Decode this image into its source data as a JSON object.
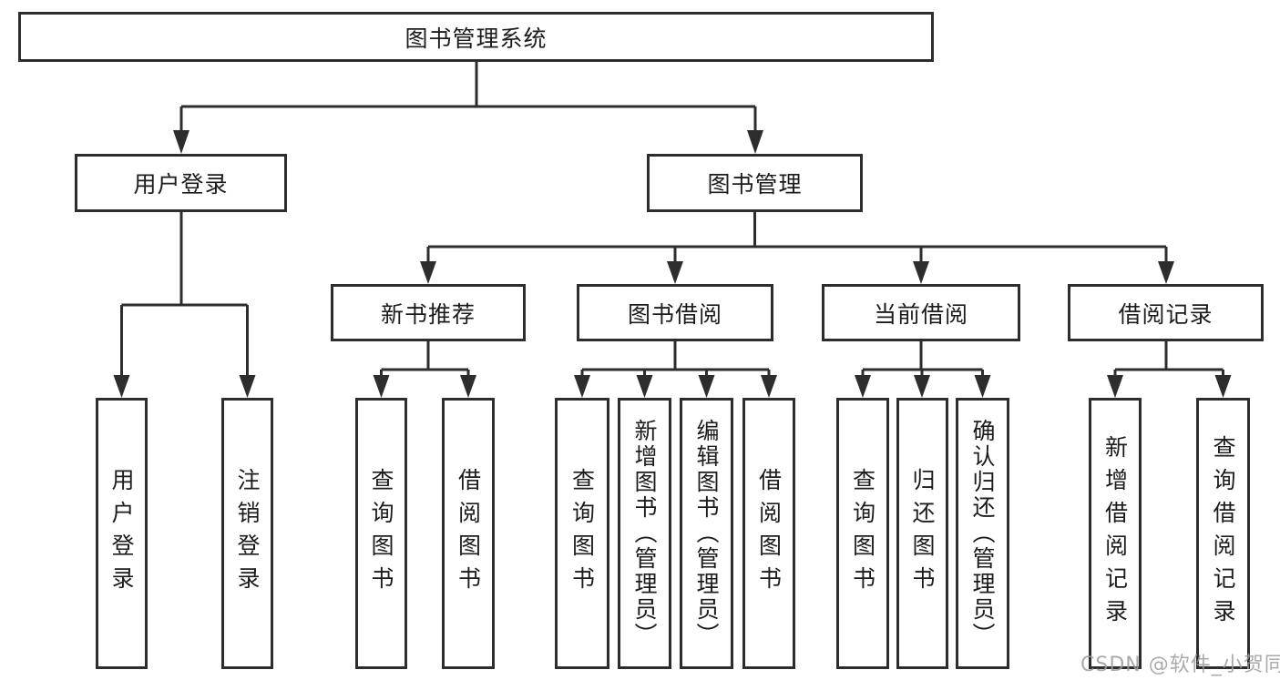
{
  "diagram": {
    "root": {
      "label": "图书管理系统"
    },
    "level1": [
      {
        "label": "用户登录"
      },
      {
        "label": "图书管理"
      }
    ],
    "level2": [
      {
        "label": "新书推荐"
      },
      {
        "label": "图书借阅"
      },
      {
        "label": "当前借阅"
      },
      {
        "label": "借阅记录"
      }
    ],
    "leaves": {
      "user_login": [
        "用户登录",
        "注销登录"
      ],
      "new_book": [
        "查询图书",
        "借阅图书"
      ],
      "book_borrow": [
        "查询图书",
        "新增图书（管理员）",
        "编辑图书（管理员）",
        "借阅图书"
      ],
      "current_borrow": [
        "查询图书",
        "归还图书",
        "确认归还（管理员）"
      ],
      "borrow_record": [
        "新增借阅记录",
        "查询借阅记录"
      ]
    },
    "watermark": "CSDN @软件_小贺同学",
    "colors": {
      "line": "#2d2d2d",
      "box_border": "#2d2d2d",
      "text": "#1c1c1c",
      "background": "#ffffff",
      "watermark": "#9b9b9b"
    }
  }
}
